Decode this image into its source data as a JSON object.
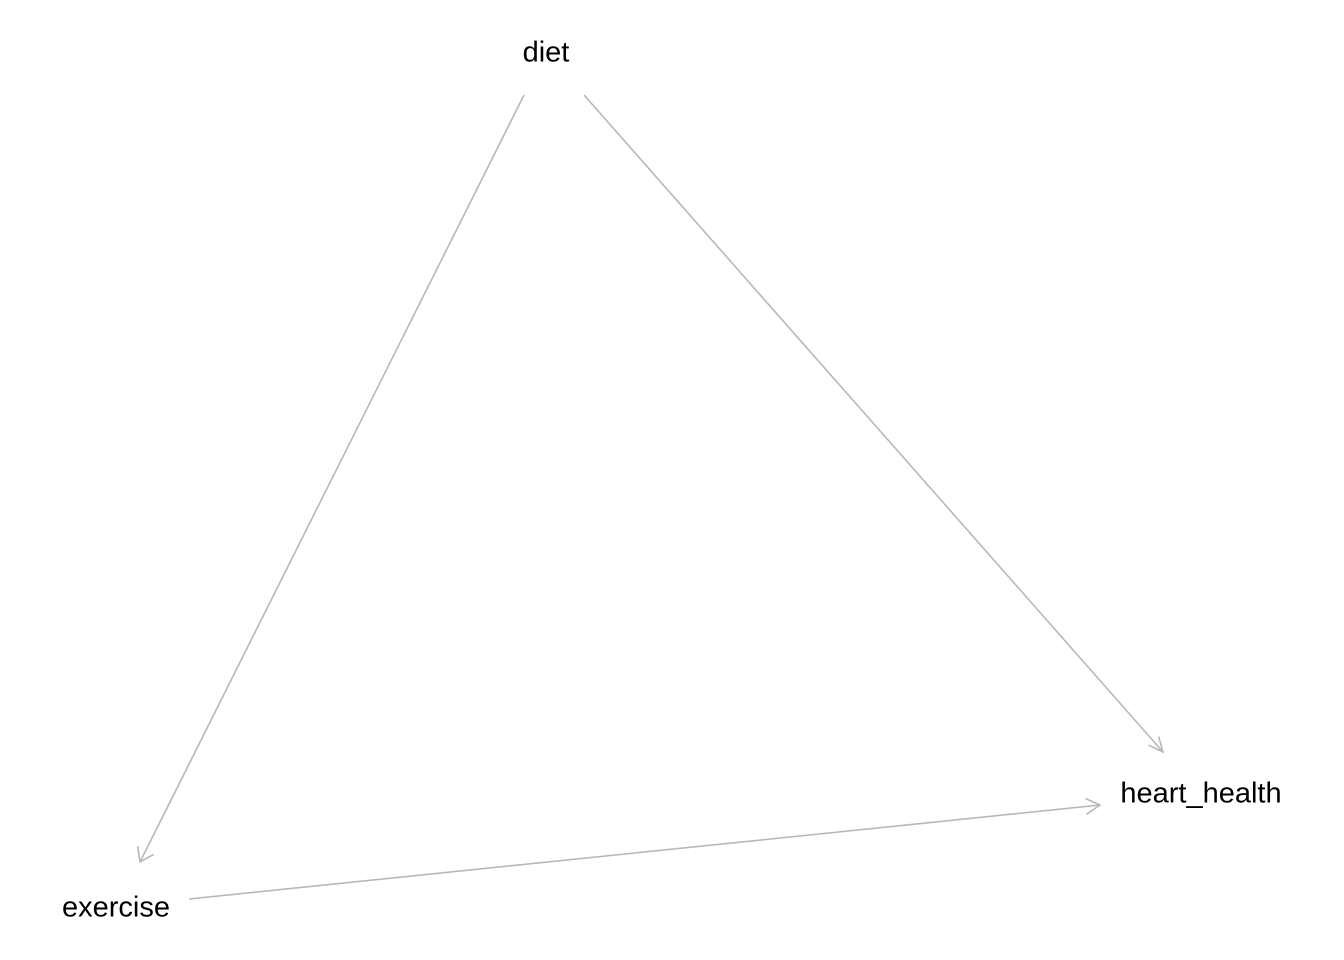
{
  "diagram": {
    "type": "directed-acyclic-graph",
    "edge_color": "#b8b8b8",
    "label_color": "#000000",
    "background": "#ffffff",
    "nodes": [
      {
        "id": "diet",
        "label": "diet"
      },
      {
        "id": "exercise",
        "label": "exercise"
      },
      {
        "id": "heart_health",
        "label": "heart_health"
      }
    ],
    "edges": [
      {
        "from": "diet",
        "to": "exercise"
      },
      {
        "from": "diet",
        "to": "heart_health"
      },
      {
        "from": "exercise",
        "to": "heart_health"
      }
    ]
  }
}
